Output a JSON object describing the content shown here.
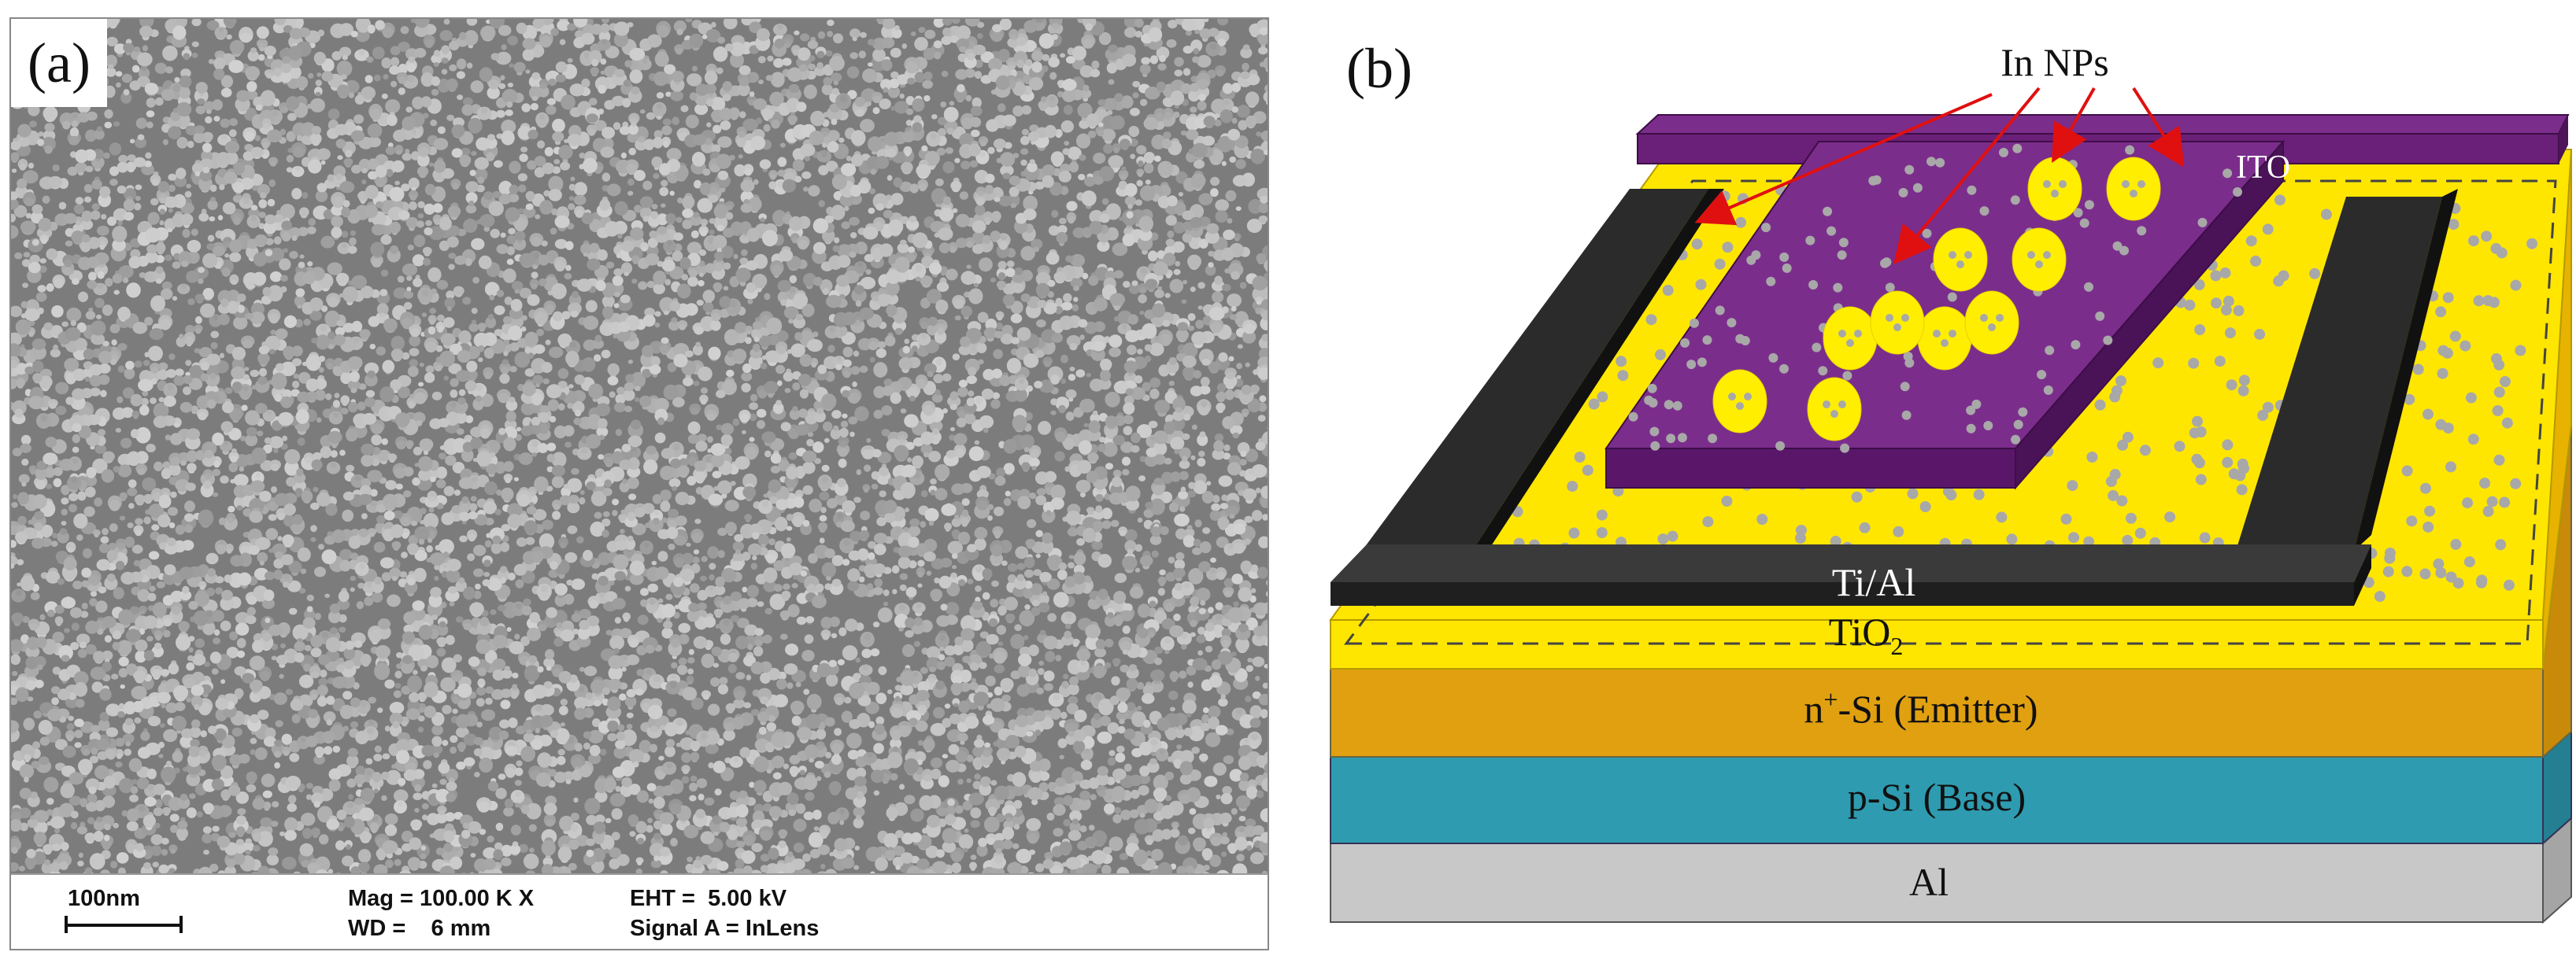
{
  "panel_a": {
    "label": "(a)",
    "databar": {
      "scale": "100nm",
      "mag": "Mag = 100.00 K X",
      "wd": "WD =    6 mm",
      "eht": "EHT =  5.00 kV",
      "signal": "Signal A = InLens"
    }
  },
  "panel_b": {
    "label": "(b)",
    "labels": {
      "in_nps": "In NPs",
      "ito": "ITO",
      "ti_al": "Ti/Al",
      "tio2": "TiO",
      "tio2_sub": "2",
      "emitter_sup": "+",
      "emitter_rest": "-Si (Emitter)",
      "emitter_n": "n",
      "base": "p-Si (Base)",
      "al": "Al"
    },
    "colors": {
      "al": "#c8c8c8",
      "base": "#2e9bb0",
      "emitter": "#e0a010",
      "tio2": "#ffe600",
      "contact": "#2b2b2b",
      "ito": "#6a1f78",
      "nps_small": "#a8a8a8",
      "nps_large": "#ffee00"
    }
  }
}
